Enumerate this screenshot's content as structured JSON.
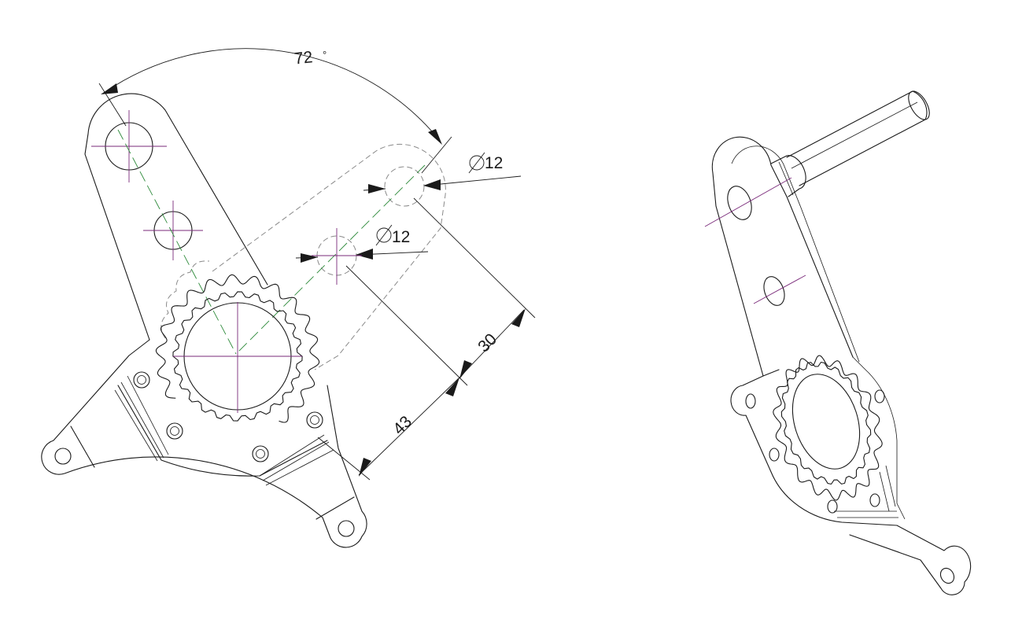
{
  "dimensions": {
    "angle_value": "72",
    "angle_unit": "°",
    "diameter_upper": "12",
    "diameter_lower": "12",
    "distance_small": "30",
    "distance_large": "43"
  }
}
